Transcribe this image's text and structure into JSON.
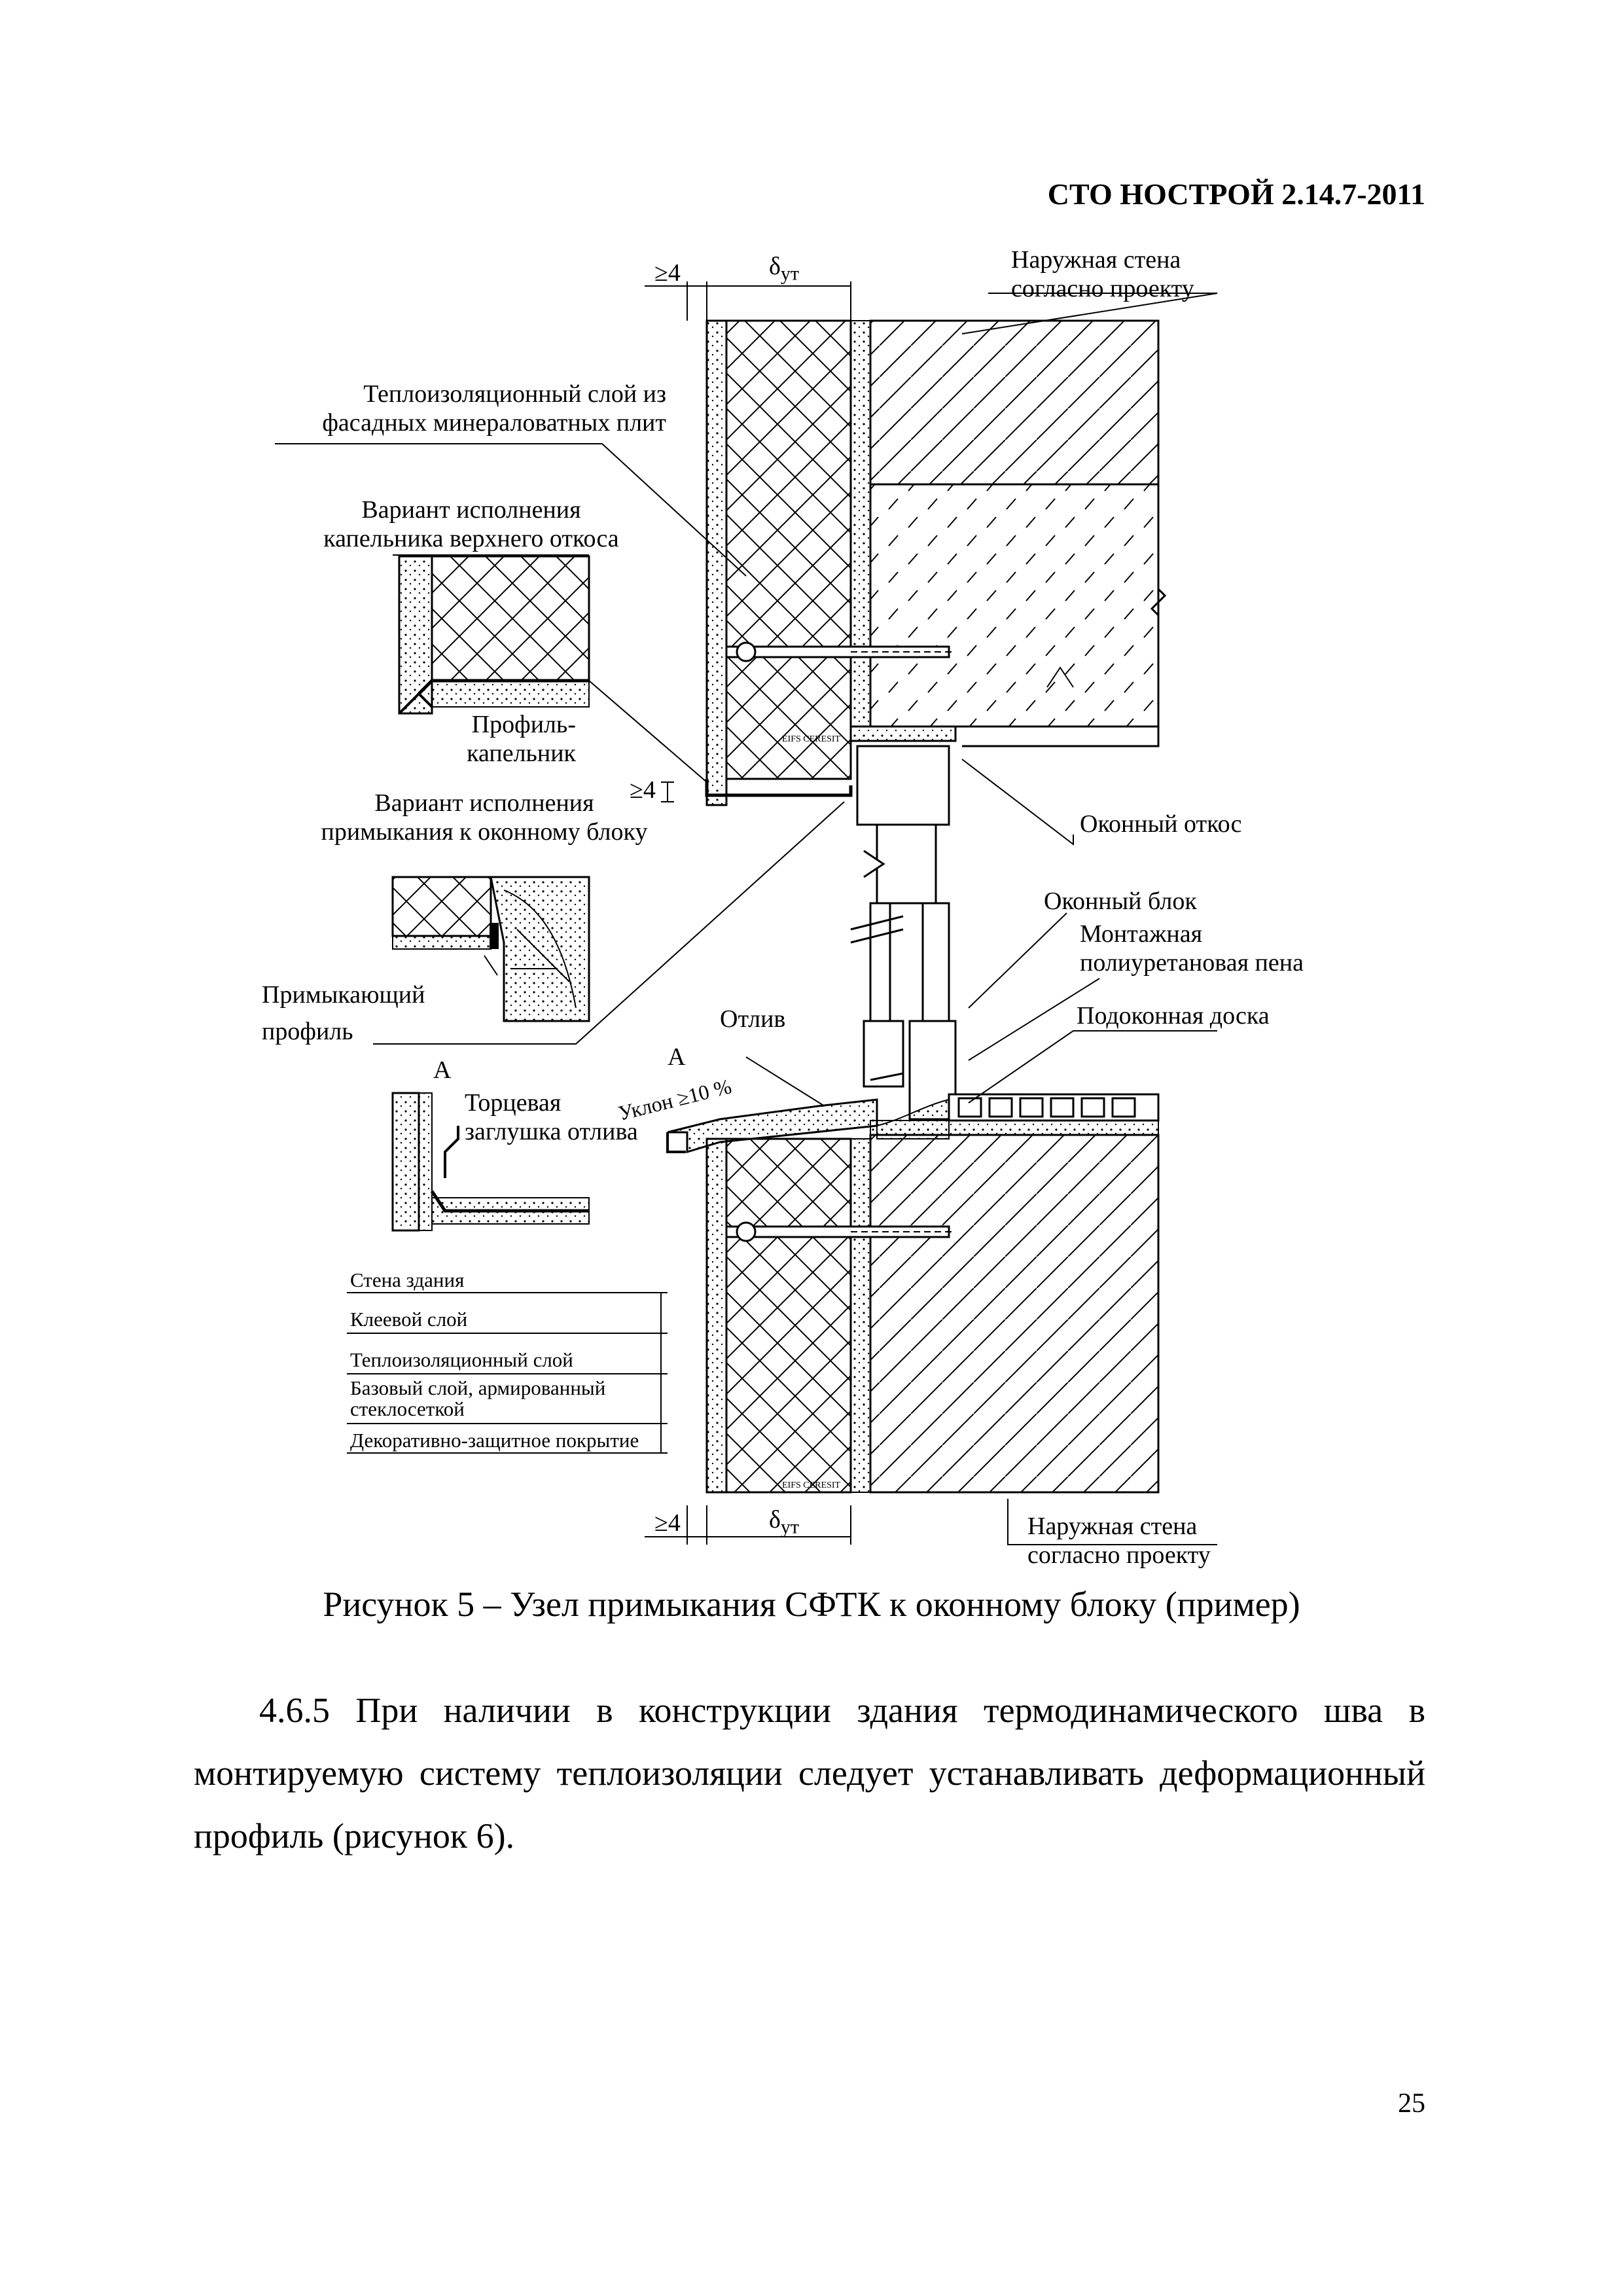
{
  "header": {
    "standard": "СТО НОСТРОЙ 2.14.7-2011"
  },
  "figure": {
    "dims": {
      "gap_top": "≥4",
      "delta_top": "δ",
      "delta_sub": "ут",
      "gap_mid": "≥4",
      "gap_bot": "≥4",
      "delta_bot": "δ",
      "delta_sub_bot": "ут"
    },
    "labels": {
      "outer_wall_top_1": "Наружная стена",
      "outer_wall_top_2": "согласно проекту",
      "insulation_1": "Теплоизоляционный слой из",
      "insulation_2": "фасадных минераловатных плит",
      "drip_variant_1": "Вариант исполнения",
      "drip_variant_2": "капельника верхнего откоса",
      "drip_profile_1": "Профиль-",
      "drip_profile_2": "капельник",
      "junction_variant_1": "Вариант исполнения",
      "junction_variant_2": "примыкания к оконному блоку",
      "window_reveal": "Оконный откос",
      "window_block": "Оконный блок",
      "foam_1": "Монтажная",
      "foam_2": "полиуретановая пена",
      "sill_board": "Подоконная доска",
      "adjoin_profile_1": "Примыкающий",
      "adjoin_profile_2": "профиль",
      "ebb": "Отлив",
      "section_a_1": "А",
      "section_a_2": "А",
      "end_cap_1": "Торцевая",
      "end_cap_2": "заглушка отлива",
      "slope": "Уклон ≥10 %",
      "outer_wall_bot_1": "Наружная стена",
      "outer_wall_bot_2": "согласно проекту",
      "brand_top": "EIFS CERESIT",
      "brand_bot": "EIFS CERESIT"
    },
    "legend": [
      "Стена здания",
      "Клеевой слой",
      "Теплоизоляционный слой",
      "Базовый слой, армированный стеклосеткой",
      "Декоративно-защитное покрытие"
    ],
    "caption": "Рисунок 5 – Узел примыкания СФТК к оконному блоку (пример)"
  },
  "body_text": "4.6.5 При наличии в конструкции здания термодинамического шва в монтируемую систему теплоизоляции следует устанавливать деформационный профиль (рисунок 6).",
  "page_number": "25"
}
